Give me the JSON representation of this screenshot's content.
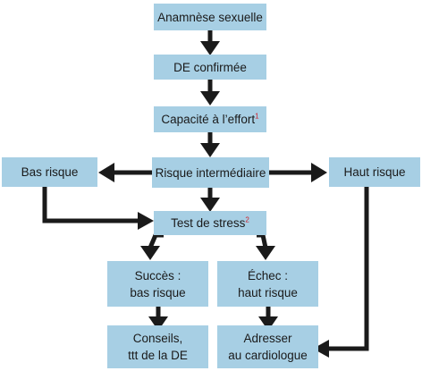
{
  "boxes": {
    "anamnese": "Anamnèse sexuelle",
    "de_confirmee": "DE confirmée",
    "capacite": {
      "text": "Capacité à l’effort",
      "note": "1"
    },
    "intermediaire": "Risque intermédiaire",
    "bas_risque": "Bas risque",
    "haut_risque": "Haut risque",
    "test_stress": {
      "text": "Test de stress",
      "note": "2"
    },
    "succes": {
      "line1": "Succès :",
      "line2": "bas risque"
    },
    "echec": {
      "line1": "Échec :",
      "line2": "haut risque"
    },
    "conseils": {
      "line1": "Conseils,",
      "line2": "ttt de la DE"
    },
    "adresser": {
      "line1": "Adresser",
      "line2": "au cardiologue"
    }
  },
  "colors": {
    "box_fill": "#a7cfe4",
    "arrow": "#1a1a1a",
    "note_mark": "#d0212b"
  }
}
